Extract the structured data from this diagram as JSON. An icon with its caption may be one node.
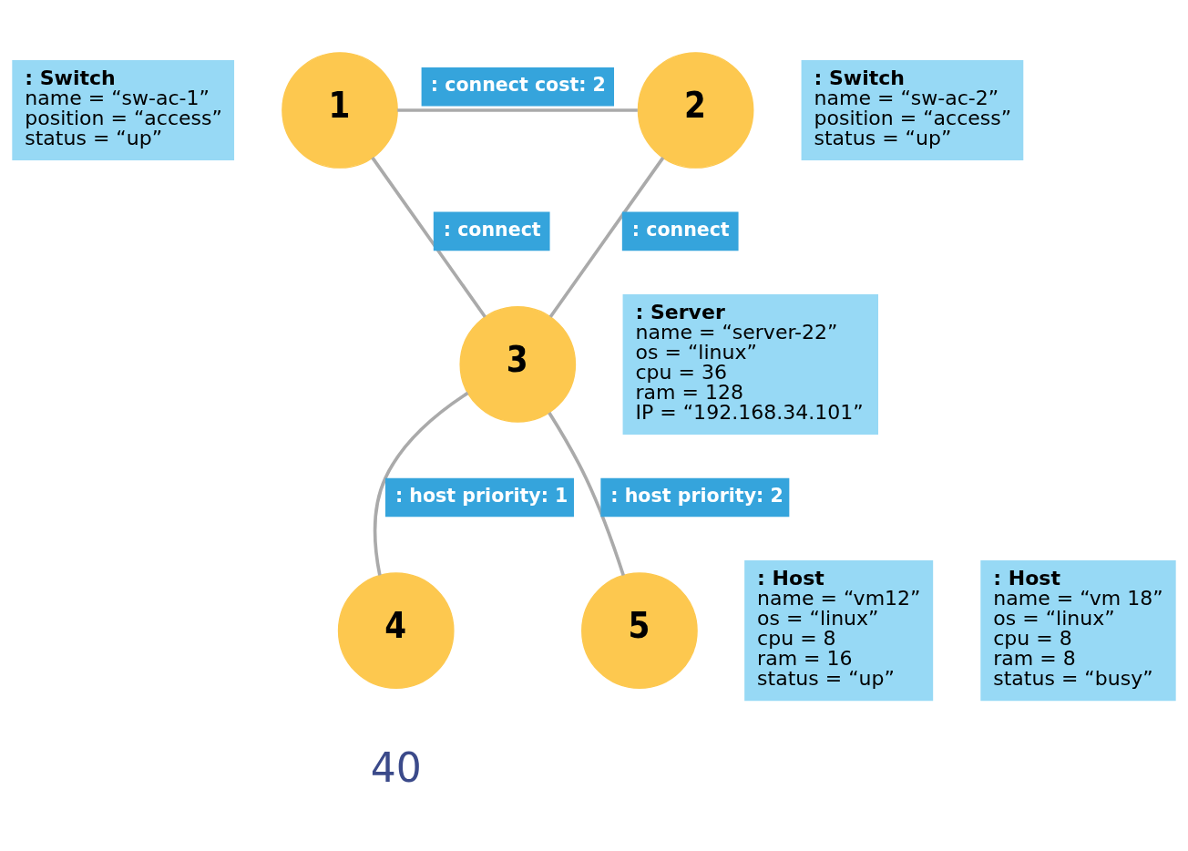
{
  "diagram": {
    "nodes": [
      {
        "text": [
          ": Switch",
          "name = “sw-ac-1”",
          "position = “access”",
          "status = “up”"
        ]
      },
      {
        "text": [
          "1"
        ]
      },
      {
        "text": [
          ": Switch",
          "name = “sw-ac-2”",
          "position = “access”",
          "status = “up”"
        ]
      },
      {
        "text": [
          "2"
        ]
      },
      {
        "text": [
          ": Server",
          "name = “server-22”",
          "os = “linux”",
          "cpu = 36",
          "ram = 128",
          "IP = “192.168.34.101”"
        ]
      },
      {
        "text": [
          "3"
        ]
      },
      {
        "text": [
          ": Host",
          "name = “vm12”",
          "os = “linux”",
          "cpu = 8",
          "ram = 16",
          "status = “up”"
        ]
      },
      {
        "text": [
          "4"
        ]
      },
      {
        "text": [
          ": Host",
          "name = “vm 18”",
          "os = “linux”",
          "cpu = 8",
          "ram = 8",
          "status = “busy”"
        ]
      },
      {
        "text": [
          "5"
        ]
      }
    ],
    "edges": [
      {
        "from": 1,
        "to": 3,
        "arrow": "none",
        "label": ": connect cost: 2"
      },
      {
        "from": 1,
        "to": 5,
        "arrow": "none",
        "label": ": connect"
      },
      {
        "from": 3,
        "to": 5,
        "arrow": "none",
        "label": ": connect"
      },
      {
        "from": 5,
        "to": 9,
        "arrow": "none",
        "label": ": host priority: 2"
      },
      {
        "from": 5,
        "to": 7,
        "arrow": "none",
        "label": ": host priority: 1"
      }
    ],
    "labels": [
      "40"
    ]
  }
}
